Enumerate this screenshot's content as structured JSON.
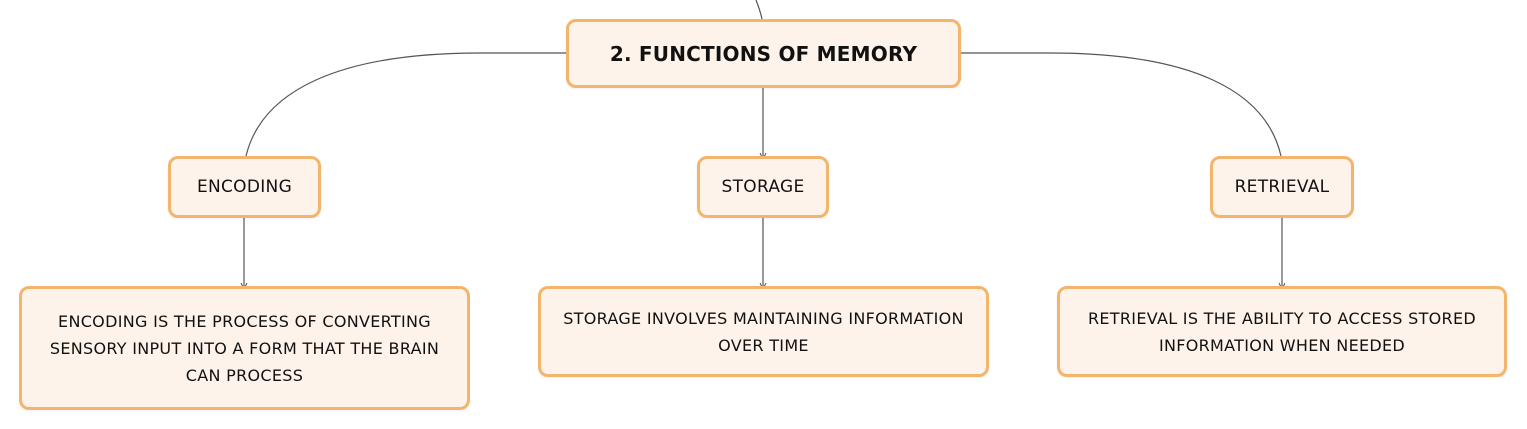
{
  "diagram": {
    "colors": {
      "node_fill": "#fdf3ea",
      "node_border": "#f2b56b",
      "edge": "#555555"
    },
    "root": {
      "label": "2. FUNCTIONS OF MEMORY"
    },
    "branches": [
      {
        "label": "ENCODING",
        "description": "ENCODING IS THE PROCESS OF CONVERTING SENSORY INPUT INTO A FORM THAT THE BRAIN CAN PROCESS"
      },
      {
        "label": "STORAGE",
        "description": "STORAGE INVOLVES MAINTAINING INFORMATION OVER TIME"
      },
      {
        "label": "RETRIEVAL",
        "description": "RETRIEVAL IS THE ABILITY TO ACCESS STORED INFORMATION WHEN NEEDED"
      }
    ]
  }
}
